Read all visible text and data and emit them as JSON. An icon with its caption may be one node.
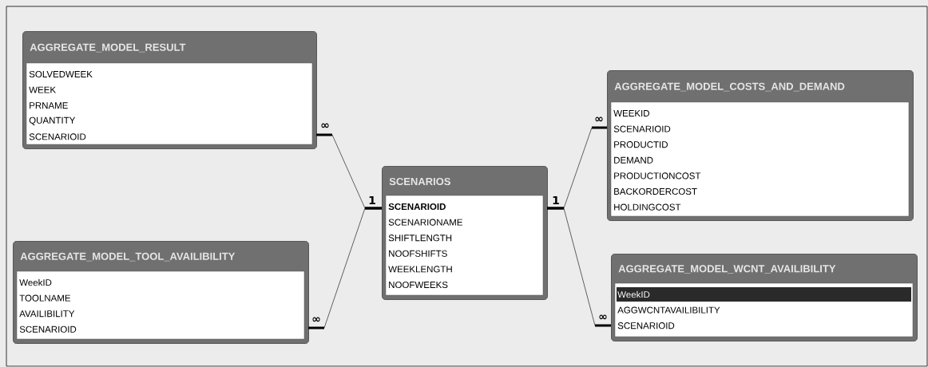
{
  "diagram": {
    "nodes": [
      {
        "text": [
          "AGGREGATE_MODEL_RESULT",
          "SOLVEDWEEK",
          "WEEK",
          "PRNAME",
          "QUANTITY",
          "SCENARIOID"
        ]
      },
      {
        "text": [
          "AGGREGATE_MODEL_COSTS_AND_DEMAND",
          "WEEKID",
          "SCENARIOID",
          "PRODUCTID",
          "DEMAND",
          "PRODUCTIONCOST",
          "BACKORDERCOST",
          "HOLDINGCOST"
        ]
      },
      {
        "text": [
          "SCENARIOS",
          "SCENARIOID",
          "SCENARIONAME",
          "SHIFTLENGTH",
          "NOOFSHIFTS",
          "WEEKLENGTH",
          "NOOFWEEKS"
        ]
      },
      {
        "text": [
          "AGGREGATE_MODEL_TOOL_AVAILIBILITY",
          "WeekID",
          "TOOLNAME",
          "AVAILIBILITY",
          "SCENARIOID"
        ]
      },
      {
        "text": [
          "AGGREGATE_MODEL_WCNT_AVAILIBILITY",
          "WeekID",
          "AGGWCNTAVAILIBILITY",
          "SCENARIOID"
        ]
      }
    ],
    "edges": [
      {
        "from": 2,
        "to": 0,
        "arrow": "none"
      },
      {
        "from": 2,
        "to": 1,
        "arrow": "none"
      },
      {
        "from": 2,
        "to": 3,
        "arrow": "none"
      },
      {
        "from": 2,
        "to": 4,
        "arrow": "none"
      }
    ],
    "labels": [
      "∞",
      "∞",
      "1",
      "1",
      "∞",
      "∞"
    ]
  }
}
